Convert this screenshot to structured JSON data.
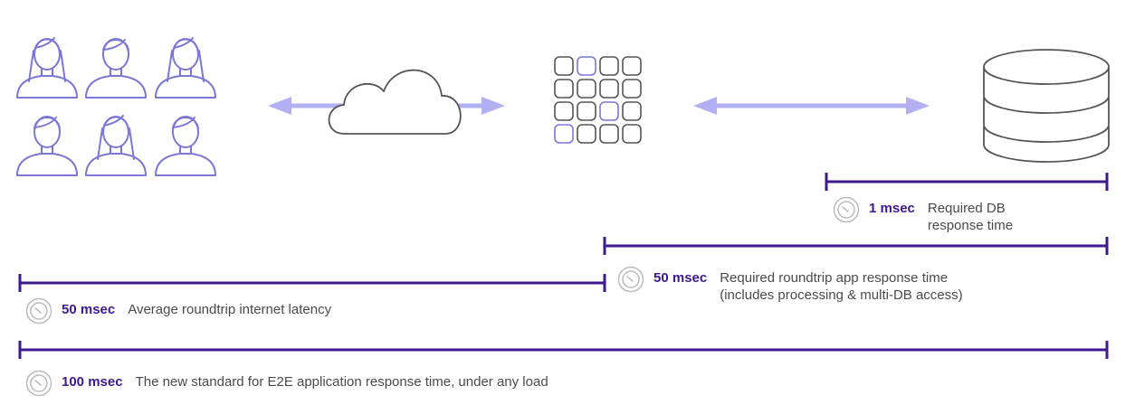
{
  "colors": {
    "person_stroke": "#7b77d6",
    "arrow": "#b3aff3",
    "timeline": "#3d1891",
    "value_text": "#3d1891",
    "grid_highlight": "#7b77d6",
    "icon_gray": "#555555",
    "gauge_gray": "#bbbbbb"
  },
  "icons": {
    "users": "people-group-icon",
    "internet": "cloud-icon",
    "app": "server-grid-icon",
    "database": "database-icon",
    "latency": "gauge-icon"
  },
  "timelines": [
    {
      "name": "db-response",
      "value": "1 msec",
      "description_lines": [
        "Required DB",
        "response time"
      ]
    },
    {
      "name": "app-response",
      "value": "50 msec",
      "description_lines": [
        "Required roundtrip app response time",
        "(includes processing & multi-DB access)"
      ]
    },
    {
      "name": "internet-latency",
      "value": "50 msec",
      "description_lines": [
        "Average roundtrip internet latency"
      ]
    },
    {
      "name": "e2e-response",
      "value": "100 msec",
      "description_lines": [
        "The new standard for E2E application response time, under any load"
      ]
    }
  ]
}
